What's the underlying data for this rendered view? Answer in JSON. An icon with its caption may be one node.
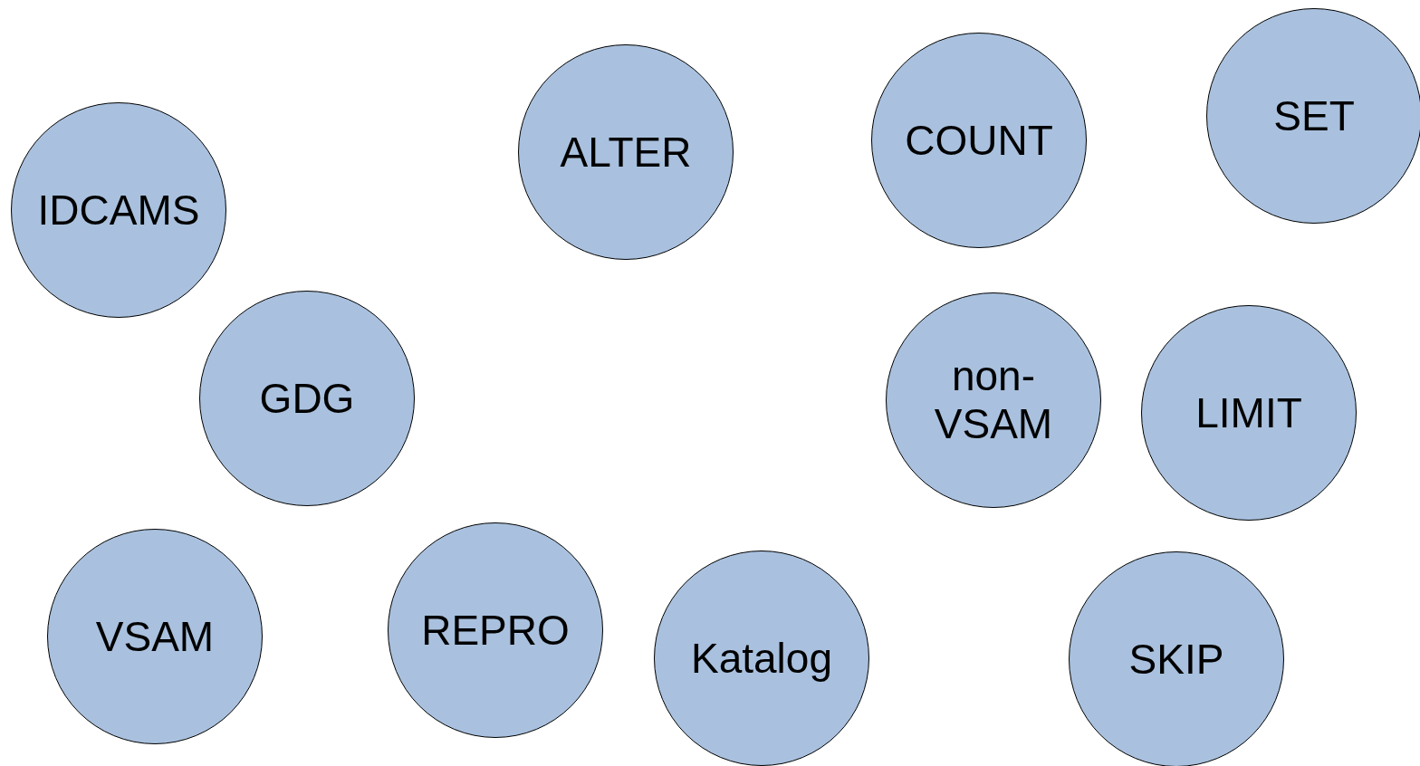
{
  "diagram": {
    "nodes": [
      {
        "text": [
          "IDCAMS"
        ]
      },
      {
        "text": [
          "ALTER"
        ]
      },
      {
        "text": [
          "COUNT"
        ]
      },
      {
        "text": [
          "SET"
        ]
      },
      {
        "text": [
          "GDG"
        ]
      },
      {
        "text": [
          "non-VSAM"
        ]
      },
      {
        "text": [
          "LIMIT"
        ]
      },
      {
        "text": [
          "VSAM"
        ]
      },
      {
        "text": [
          "REPRO"
        ]
      },
      {
        "text": [
          "Katalog"
        ]
      },
      {
        "text": [
          "SKIP"
        ]
      }
    ]
  }
}
